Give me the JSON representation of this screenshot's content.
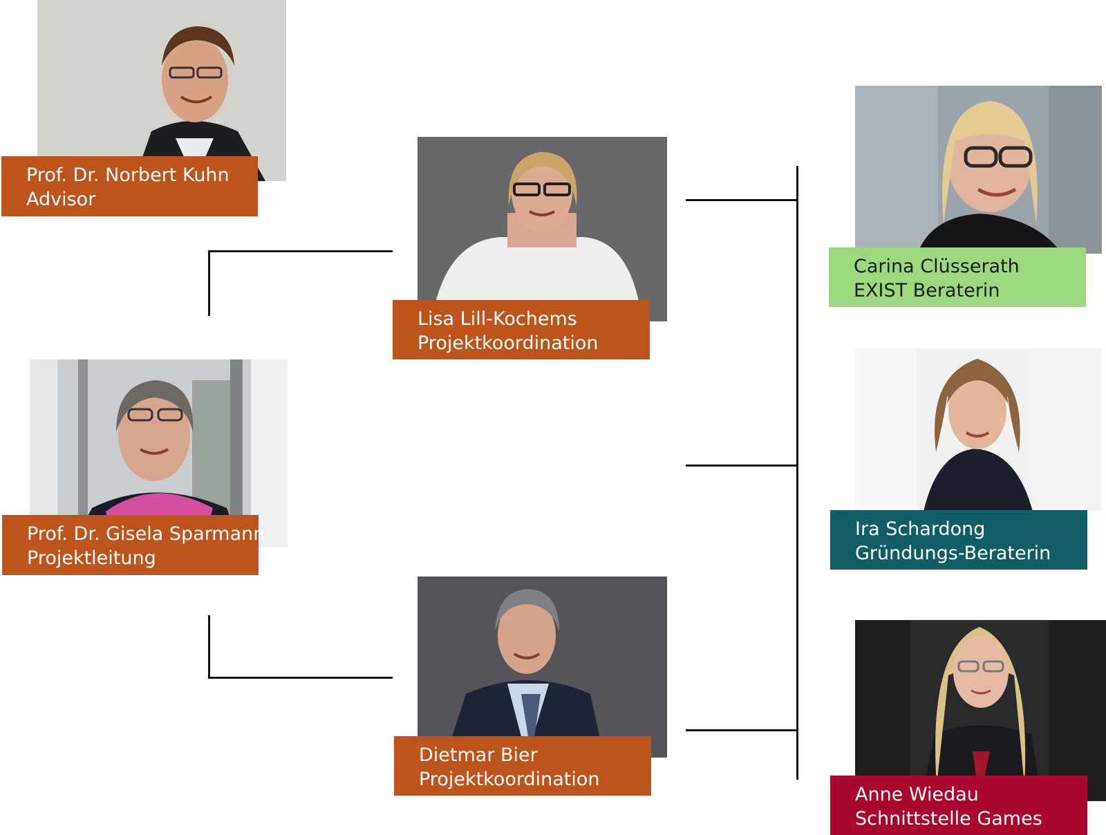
{
  "colors": {
    "orange": "#bd541c",
    "green": "#9cd97e",
    "teal": "#125e67",
    "crimson": "#a8062f",
    "connector": "#111111"
  },
  "people": {
    "kuhn": {
      "name": "Prof. Dr. Norbert Kuhn",
      "role": "Advisor"
    },
    "sparmann": {
      "name": "Prof. Dr. Gisela Sparmann",
      "role": "Projektleitung"
    },
    "lill": {
      "name": "Lisa Lill-Kochems",
      "role": "Projektkoordination"
    },
    "bier": {
      "name": "Dietmar Bier",
      "role": "Projektkoordination"
    },
    "cluesserath": {
      "name": "Carina Clüsserath",
      "role": "EXIST Beraterin"
    },
    "schardong": {
      "name": "Ira Schardong",
      "role": "Gründungs-Beraterin"
    },
    "wiedau": {
      "name": "Anne Wiedau",
      "role": "Schnittstelle Games"
    }
  }
}
